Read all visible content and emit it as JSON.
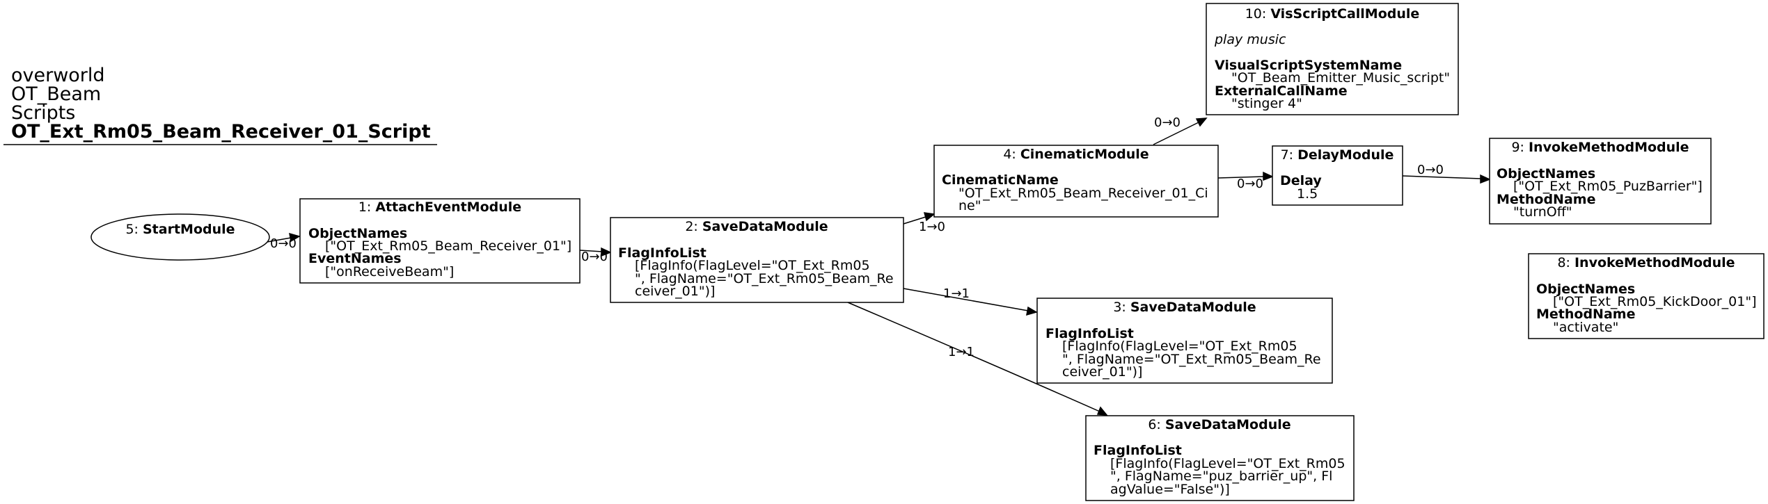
{
  "graph": {
    "title_lines": [
      "overworld",
      "OT_Beam",
      "Scripts"
    ],
    "title_main": "OT_Ext_Rm05_Beam_Receiver_01_Script"
  },
  "nodes": {
    "n5": {
      "id": "5: ",
      "type": "StartModule"
    },
    "n1": {
      "id": "1: ",
      "type": "AttachEventModule",
      "p1": "ObjectNames",
      "v1": "[\"OT_Ext_Rm05_Beam_Receiver_01\"]",
      "p2": "EventNames",
      "v2": "[\"onReceiveBeam\"]"
    },
    "n2": {
      "id": "2: ",
      "type": "SaveDataModule",
      "p1": "FlagInfoList",
      "v1a": "[FlagInfo(FlagLevel=\"OT_Ext_Rm05",
      "v1b": "\", FlagName=\"OT_Ext_Rm05_Beam_Re",
      "v1c": "ceiver_01\")]"
    },
    "n4": {
      "id": "4: ",
      "type": "CinematicModule",
      "p1": "CinematicName",
      "v1a": "\"OT_Ext_Rm05_Beam_Receiver_01_Ci",
      "v1b": "ne\""
    },
    "n10": {
      "id": "10: ",
      "type": "VisScriptCallModule",
      "comment": "play music",
      "p1": "VisualScriptSystemName",
      "v1": "\"OT_Beam_Emitter_Music_script\"",
      "p2": "ExternalCallName",
      "v2": "\"stinger 4\""
    },
    "n7": {
      "id": "7: ",
      "type": "DelayModule",
      "p1": "Delay",
      "v1": "1.5"
    },
    "n9": {
      "id": "9: ",
      "type": "InvokeMethodModule",
      "p1": "ObjectNames",
      "v1": "[\"OT_Ext_Rm05_PuzBarrier\"]",
      "p2": "MethodName",
      "v2": "\"turnOff\""
    },
    "n8": {
      "id": "8: ",
      "type": "InvokeMethodModule",
      "p1": "ObjectNames",
      "v1": "[\"OT_Ext_Rm05_KickDoor_01\"]",
      "p2": "MethodName",
      "v2": "\"activate\""
    },
    "n3": {
      "id": "3: ",
      "type": "SaveDataModule",
      "p1": "FlagInfoList",
      "v1a": "[FlagInfo(FlagLevel=\"OT_Ext_Rm05",
      "v1b": "\", FlagName=\"OT_Ext_Rm05_Beam_Re",
      "v1c": "ceiver_01\")]"
    },
    "n6": {
      "id": "6: ",
      "type": "SaveDataModule",
      "p1": "FlagInfoList",
      "v1a": "[FlagInfo(FlagLevel=\"OT_Ext_Rm05",
      "v1b": "\", FlagName=\"puz_barrier_up\", Fl",
      "v1c": "agValue=\"False\")]"
    }
  },
  "edges": {
    "e5_1": "0→0",
    "e1_2": "0→0",
    "e2_4": "1→0",
    "e4_10": "0→0",
    "e4_7": "0→0",
    "e7_9": "0→0",
    "e2_3": "1→1",
    "e2_6": "1→1"
  }
}
